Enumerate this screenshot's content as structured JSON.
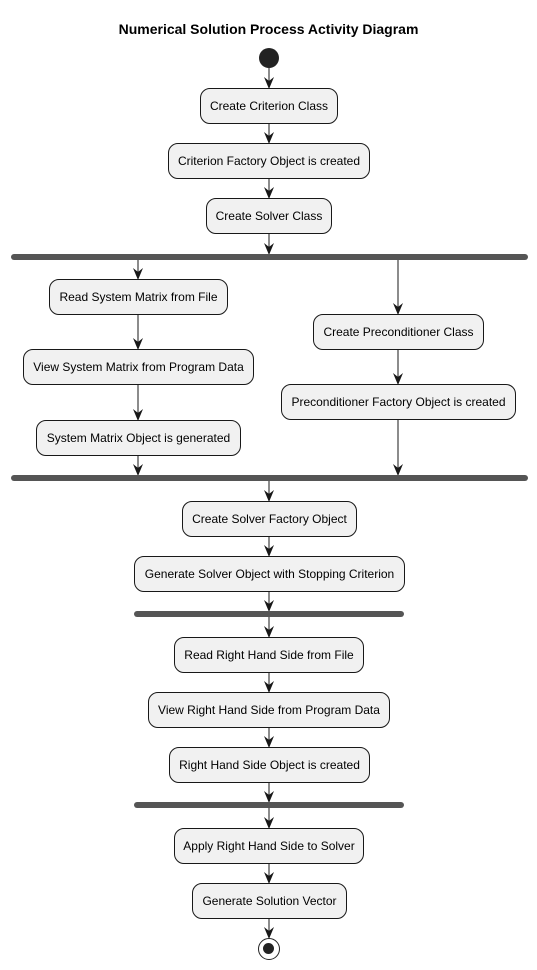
{
  "diagram": {
    "title": "Numerical Solution Process Activity Diagram",
    "activities": {
      "create_criterion_class": "Create Criterion Class",
      "criterion_factory_created": "Criterion Factory Object is created",
      "create_solver_class": "Create Solver Class",
      "read_system_matrix": "Read System Matrix from File",
      "view_system_matrix": "View System Matrix from Program Data",
      "system_matrix_generated": "System Matrix Object is generated",
      "create_preconditioner_class": "Create Preconditioner Class",
      "preconditioner_factory_created": "Preconditioner Factory Object is created",
      "create_solver_factory": "Create Solver Factory Object",
      "generate_solver_object": "Generate Solver Object with Stopping Criterion",
      "read_rhs": "Read Right Hand Side from File",
      "view_rhs": "View Right Hand Side from Program Data",
      "rhs_created": "Right Hand Side Object is created",
      "apply_rhs": "Apply Right Hand Side to Solver",
      "generate_solution_vector": "Generate Solution Vector"
    }
  }
}
